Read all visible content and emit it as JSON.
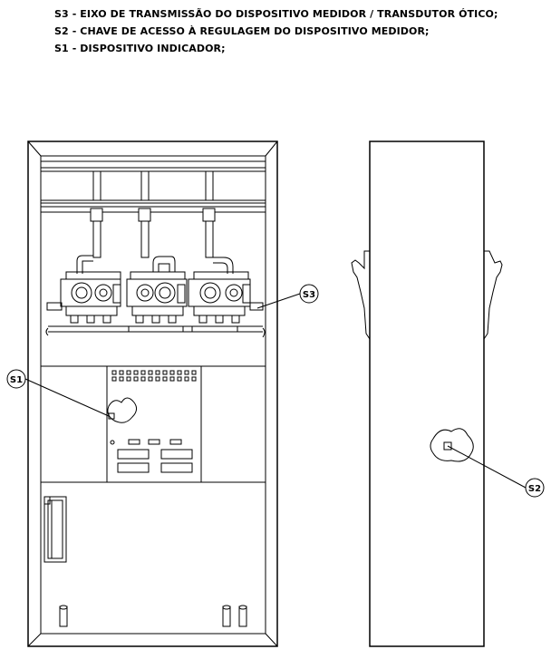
{
  "legend": {
    "lines": [
      "S3 - EIXO DE TRANSMISSÃO DO DISPOSITIVO MEDIDOR / TRANSDUTOR ÓTICO;",
      "S2 - CHAVE DE ACESSO À REGULAGEM DO DISPOSITIVO MEDIDOR;",
      "S1 - DISPOSITIVO INDICADOR;"
    ]
  },
  "tags": {
    "s1": "S1",
    "s2": "S2",
    "s3": "S3"
  }
}
